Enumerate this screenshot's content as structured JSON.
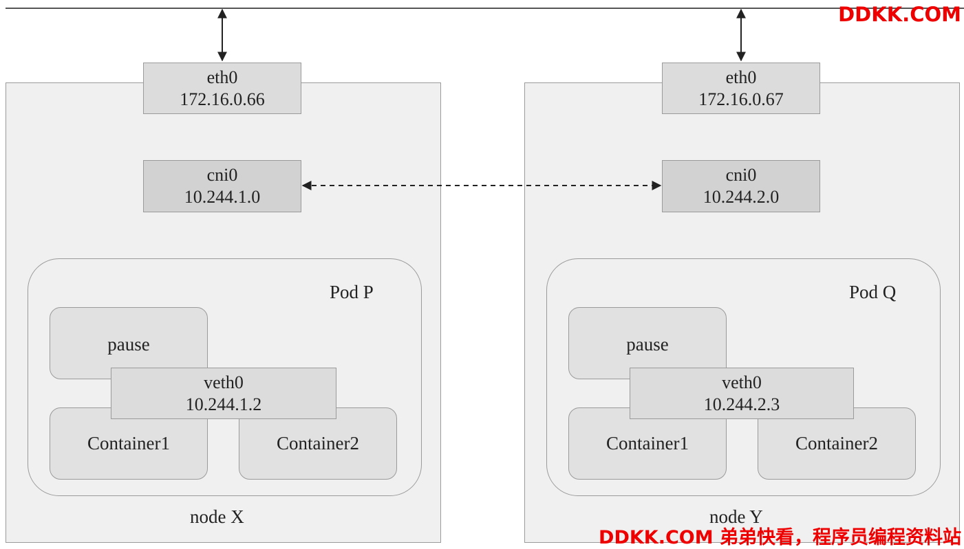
{
  "watermark": {
    "top": "DDKK.COM",
    "bottom": "DDKK.COM 弟弟快看，程序员编程资料站",
    "color": "#ee0000"
  },
  "nodes": [
    {
      "label": "node X",
      "eth0": {
        "name": "eth0",
        "ip": "172.16.0.66"
      },
      "cni0": {
        "name": "cni0",
        "ip": "10.244.1.0"
      },
      "pod": {
        "label": "Pod P",
        "pause": "pause",
        "veth": {
          "name": "veth0",
          "ip": "10.244.1.2"
        },
        "container1": "Container1",
        "container2": "Container2"
      }
    },
    {
      "label": "node Y",
      "eth0": {
        "name": "eth0",
        "ip": "172.16.0.67"
      },
      "cni0": {
        "name": "cni0",
        "ip": "10.244.2.0"
      },
      "pod": {
        "label": "Pod Q",
        "pause": "pause",
        "veth": {
          "name": "veth0",
          "ip": "10.244.2.3"
        },
        "container1": "Container1",
        "container2": "Container2"
      }
    }
  ]
}
